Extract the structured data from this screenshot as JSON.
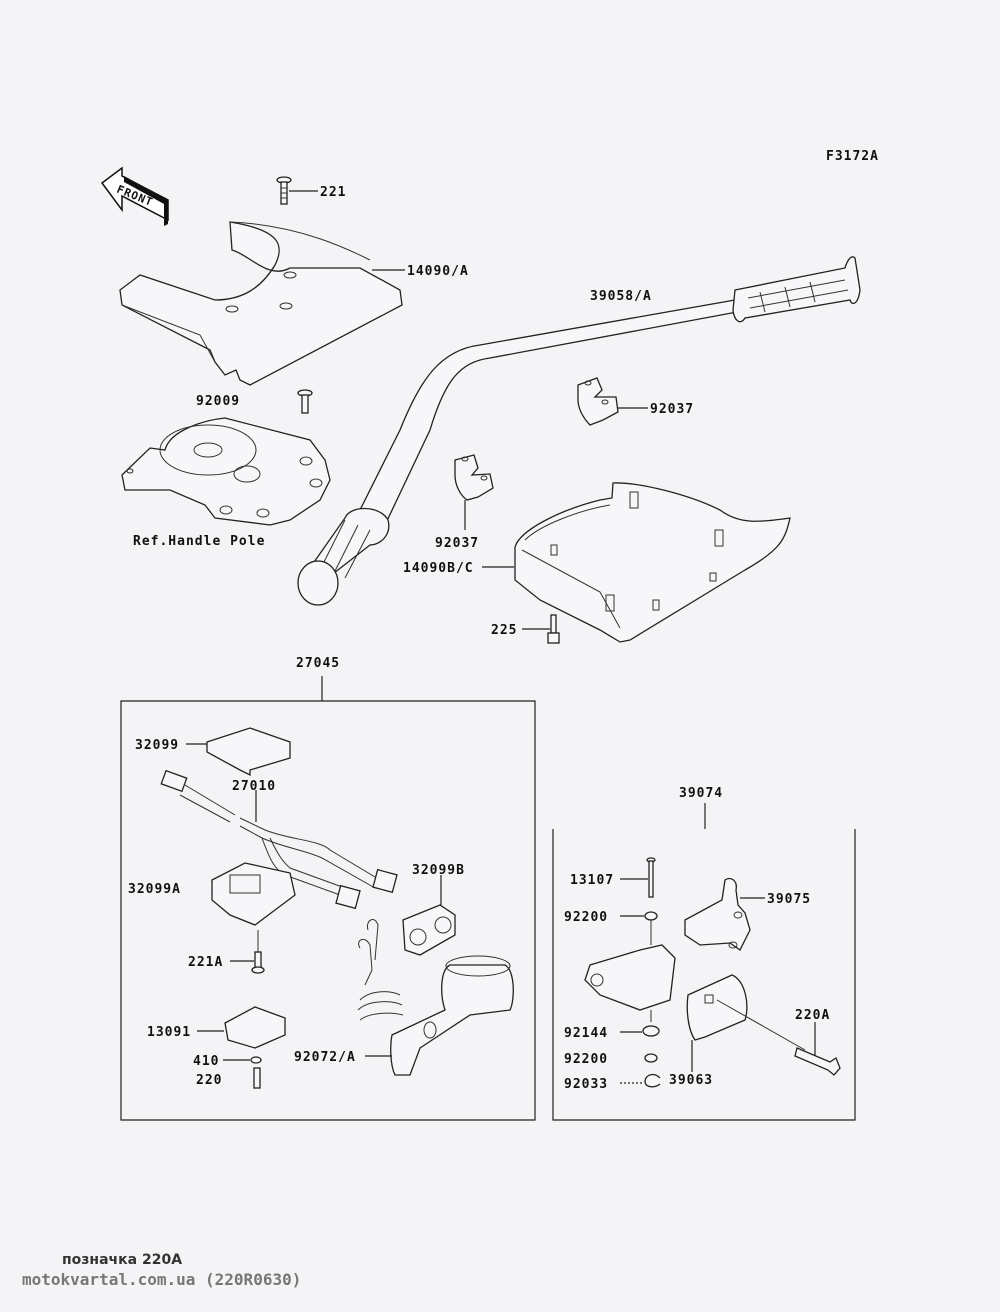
{
  "diagram": {
    "figure_code": "F3172A",
    "front_indicator": "FRONT",
    "reference_note": "Ref.Handle Pole",
    "labels": {
      "p221": "221",
      "p14090A": "14090/A",
      "p39058A": "39058/A",
      "p92009": "92009",
      "p92037a": "92037",
      "p92037b": "92037",
      "p14090BC": "14090B/C",
      "p225": "225",
      "p27045": "27045",
      "p32099": "32099",
      "p27010": "27010",
      "p32099A": "32099A",
      "p32099B": "32099B",
      "p221A": "221A",
      "p13091": "13091",
      "p410": "410",
      "p220": "220",
      "p92072A": "92072/A",
      "p39074": "39074",
      "p13107": "13107",
      "p39075": "39075",
      "p92200a": "92200",
      "p92144": "92144",
      "p92200b": "92200",
      "p92033": "92033",
      "p39063": "39063",
      "p220A": "220A"
    }
  },
  "footer": {
    "caption": "позначка 220А",
    "watermark": "motokvartal.com.ua (220R0630)"
  }
}
